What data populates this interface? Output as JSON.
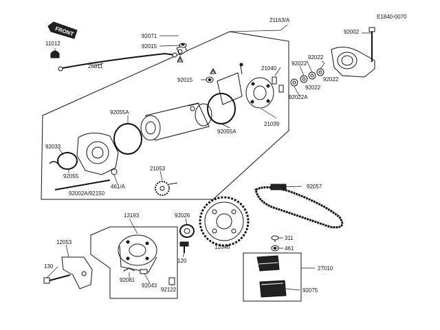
{
  "diagram": {
    "code": "E1840-0070",
    "front_badge": "FRONT",
    "ref_mark": "A",
    "labels": [
      {
        "id": "21163a",
        "text": "21163/A"
      },
      {
        "id": "92002",
        "text": "92002"
      },
      {
        "id": "92071",
        "text": "92071"
      },
      {
        "id": "92015-top",
        "text": "92015"
      },
      {
        "id": "11012",
        "text": "11012"
      },
      {
        "id": "26011",
        "text": "26011"
      },
      {
        "id": "92022-a",
        "text": "92022"
      },
      {
        "id": "92022-b",
        "text": "92022"
      },
      {
        "id": "21040",
        "text": "21040"
      },
      {
        "id": "92022-c",
        "text": "92022"
      },
      {
        "id": "92022-d",
        "text": "92022"
      },
      {
        "id": "92015-mid",
        "text": "92015"
      },
      {
        "id": "92022a",
        "text": "92022A"
      },
      {
        "id": "92055a-left",
        "text": "92055A"
      },
      {
        "id": "21039",
        "text": "21039"
      },
      {
        "id": "92055a-right",
        "text": "92055A"
      },
      {
        "id": "92033",
        "text": "92033"
      },
      {
        "id": "21053",
        "text": "21053"
      },
      {
        "id": "92055",
        "text": "92055"
      },
      {
        "id": "461a",
        "text": "461/A"
      },
      {
        "id": "92002a-92150",
        "text": "92002A/92150"
      },
      {
        "id": "92057",
        "text": "92057"
      },
      {
        "id": "13193",
        "text": "13193"
      },
      {
        "id": "92026",
        "text": "92026"
      },
      {
        "id": "12053",
        "text": "12053"
      },
      {
        "id": "12046",
        "text": "12046"
      },
      {
        "id": "311",
        "text": "311"
      },
      {
        "id": "461",
        "text": "461"
      },
      {
        "id": "120",
        "text": "120"
      },
      {
        "id": "130",
        "text": "130"
      },
      {
        "id": "27010",
        "text": "27010"
      },
      {
        "id": "92081",
        "text": "92081"
      },
      {
        "id": "92043",
        "text": "92043"
      },
      {
        "id": "92122",
        "text": "92122"
      },
      {
        "id": "92075",
        "text": "92075"
      }
    ]
  }
}
